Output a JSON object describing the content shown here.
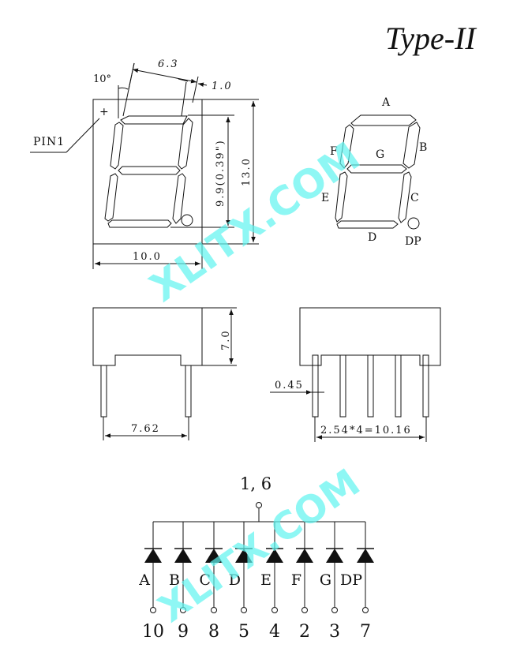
{
  "title": "Type-II",
  "front_view": {
    "angle_label": "10°",
    "pin1_label": "PIN1",
    "pin1_marker": "+",
    "dim_digit_width": "6.3",
    "dim_segment_width": "1.0",
    "dim_digit_height": "9.9(0.39\")",
    "dim_body_height": "13.0",
    "dim_body_width": "10.0"
  },
  "segment_map": {
    "labels": {
      "a": "A",
      "b": "B",
      "c": "C",
      "d": "D",
      "e": "E",
      "f": "F",
      "g": "G",
      "dp": "DP"
    }
  },
  "side_views": {
    "dim_depth": "7.0",
    "dim_pin_row_spacing": "7.62",
    "dim_pin_diameter": "0.45",
    "dim_pin_pitch": "2.54*4=10.16"
  },
  "schematic": {
    "common_label": "1, 6",
    "diodes": [
      {
        "segment": "A",
        "pin": "10"
      },
      {
        "segment": "B",
        "pin": "9"
      },
      {
        "segment": "C",
        "pin": "8"
      },
      {
        "segment": "D",
        "pin": "5"
      },
      {
        "segment": "E",
        "pin": "4"
      },
      {
        "segment": "F",
        "pin": "2"
      },
      {
        "segment": "G",
        "pin": "3"
      },
      {
        "segment": "DP",
        "pin": "7"
      }
    ]
  },
  "watermarks": [
    "XLITX.COM",
    "XLITX.COM"
  ]
}
